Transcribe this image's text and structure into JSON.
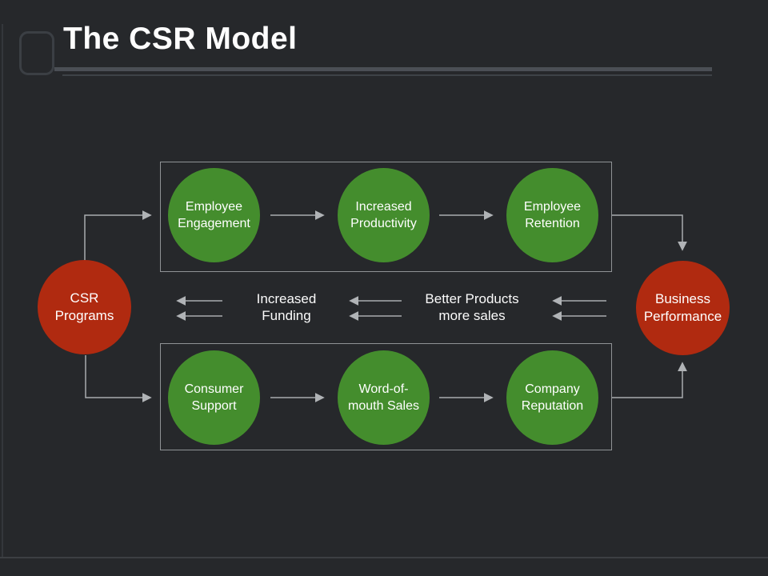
{
  "slide": {
    "title": "The CSR Model",
    "colors": {
      "background": "#26282b",
      "node_red": "#b02a10",
      "node_green": "#448d2d",
      "connector_gray": "#a9acb0",
      "frame_gray": "#909396"
    }
  },
  "diagram": {
    "left_node": {
      "label": "CSR\nPrograms"
    },
    "right_node": {
      "label": "Business\nPerformance"
    },
    "top_row": {
      "nodes": [
        {
          "label": "Employee\nEngagement"
        },
        {
          "label": "Increased\nProductivity"
        },
        {
          "label": "Employee\nRetention"
        }
      ]
    },
    "middle_row": {
      "labels": [
        {
          "label": "Increased\nFunding"
        },
        {
          "label": "Better Products\nmore sales"
        }
      ]
    },
    "bottom_row": {
      "nodes": [
        {
          "label": "Consumer\nSupport"
        },
        {
          "label": "Word-of-\nmouth Sales"
        },
        {
          "label": "Company\nReputation"
        }
      ]
    }
  }
}
